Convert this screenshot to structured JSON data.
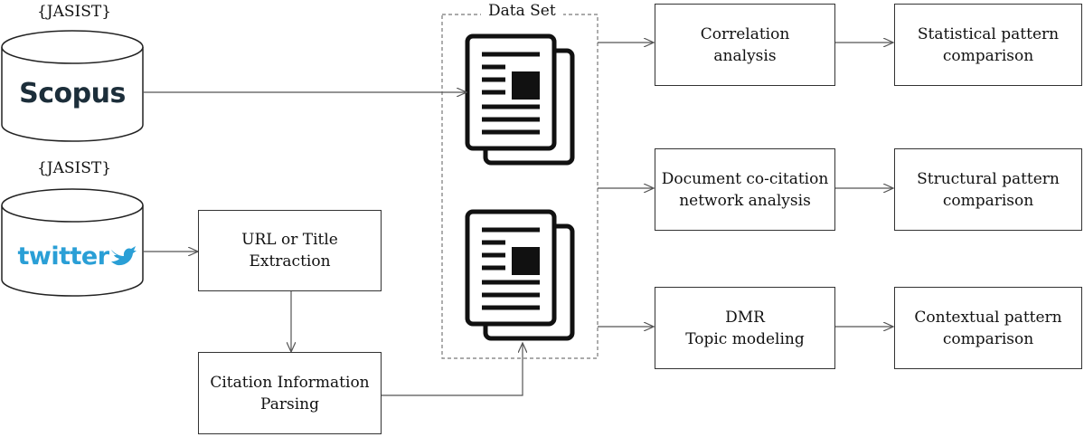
{
  "sources": {
    "scopus": {
      "tag": "{JASIST}",
      "name": "Scopus"
    },
    "twitter": {
      "tag": "{JASIST}",
      "name": "twitter"
    }
  },
  "dataset": {
    "title": "Data Set"
  },
  "extraction": {
    "line1": "URL or Title",
    "line2": "Extraction"
  },
  "parsing": {
    "line1": "Citation Information",
    "line2": "Parsing"
  },
  "analyses": [
    {
      "line1": "Correlation",
      "line2": "analysis"
    },
    {
      "line1": "Document co-citation",
      "line2": "network analysis"
    },
    {
      "line1": "DMR",
      "line2": "Topic modeling"
    }
  ],
  "comparisons": [
    {
      "line1": "Statistical pattern",
      "line2": "comparison"
    },
    {
      "line1": "Structural pattern",
      "line2": "comparison"
    },
    {
      "line1": "Contextual pattern",
      "line2": "comparison"
    }
  ],
  "colors": {
    "scopus": "#1c2e3a",
    "twitter": "#2a9fd6",
    "line": "#555555"
  }
}
